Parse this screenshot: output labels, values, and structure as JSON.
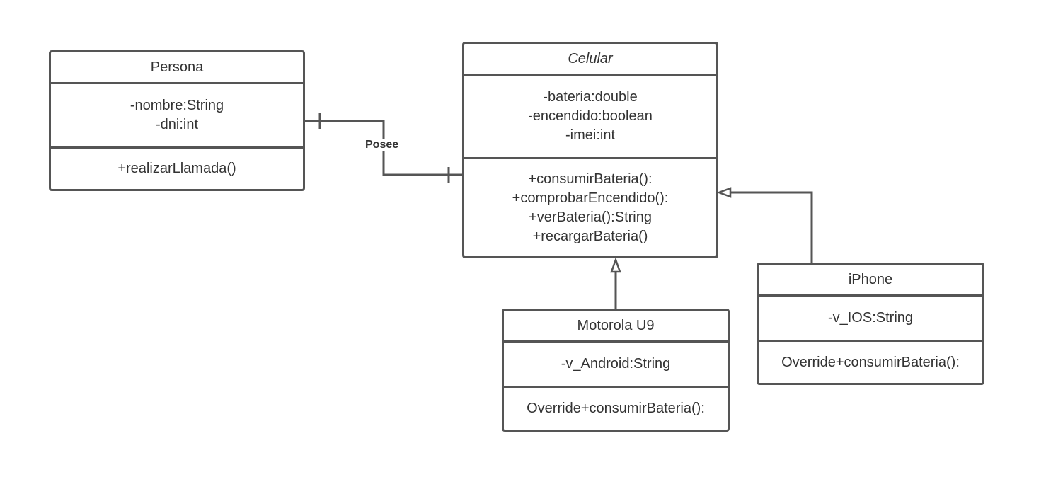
{
  "classes": {
    "persona": {
      "name": "Persona",
      "attributes": [
        "-nombre:String",
        "-dni:int"
      ],
      "methods": [
        "+realizarLlamada()"
      ]
    },
    "celular": {
      "name": "Celular",
      "abstract": true,
      "attributes": [
        "-bateria:double",
        "-encendido:boolean",
        "-imei:int"
      ],
      "methods": [
        "+consumirBateria():",
        "+comprobarEncendido():",
        "+verBateria():String",
        "+recargarBateria()"
      ]
    },
    "motorola": {
      "name": "Motorola U9",
      "attributes": [
        "-v_Android:String"
      ],
      "methods": [
        "Override+consumirBateria():"
      ]
    },
    "iphone": {
      "name": "iPhone",
      "attributes": [
        "-v_IOS:String"
      ],
      "methods": [
        "Override+consumirBateria():"
      ]
    }
  },
  "relations": {
    "association": {
      "label": "Posee",
      "from": "Persona",
      "to": "Celular"
    },
    "generalizations": [
      {
        "from": "Motorola U9",
        "to": "Celular"
      },
      {
        "from": "iPhone",
        "to": "Celular"
      }
    ]
  },
  "colors": {
    "line": "#555555",
    "text": "#333333",
    "background": "#ffffff"
  }
}
